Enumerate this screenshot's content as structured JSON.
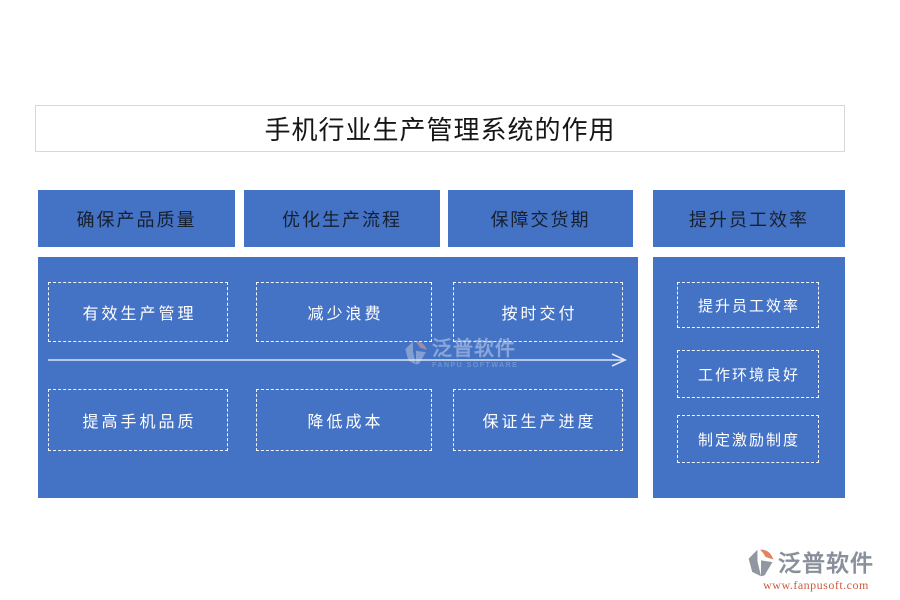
{
  "title": "手机行业生产管理系统的作用",
  "columns": [
    {
      "header": "确保产品质量",
      "items": [
        "有效生产管理",
        "提高手机品质"
      ]
    },
    {
      "header": "优化生产流程",
      "items": [
        "减少浪费",
        "降低成本"
      ]
    },
    {
      "header": "保障交货期",
      "items": [
        "按时交付",
        "保证生产进度"
      ]
    },
    {
      "header": "提升员工效率",
      "items": [
        "提升员工效率",
        "工作环境良好",
        "制定激励制度"
      ]
    }
  ],
  "watermark": {
    "brand": "泛普软件",
    "sub": "FANPU SOFTWARE"
  },
  "footer": {
    "brand": "泛普软件",
    "url": "www.fanpusoft.com"
  },
  "colors": {
    "panel_blue": "#4472C4",
    "header_text": "#17202f",
    "box_border": "#ffffff",
    "box_text": "#ffffff",
    "title_border": "#d8d8d8",
    "brand_gray": "#8a909b",
    "brand_orange": "#df8560",
    "url_red": "#cf5a3d"
  }
}
